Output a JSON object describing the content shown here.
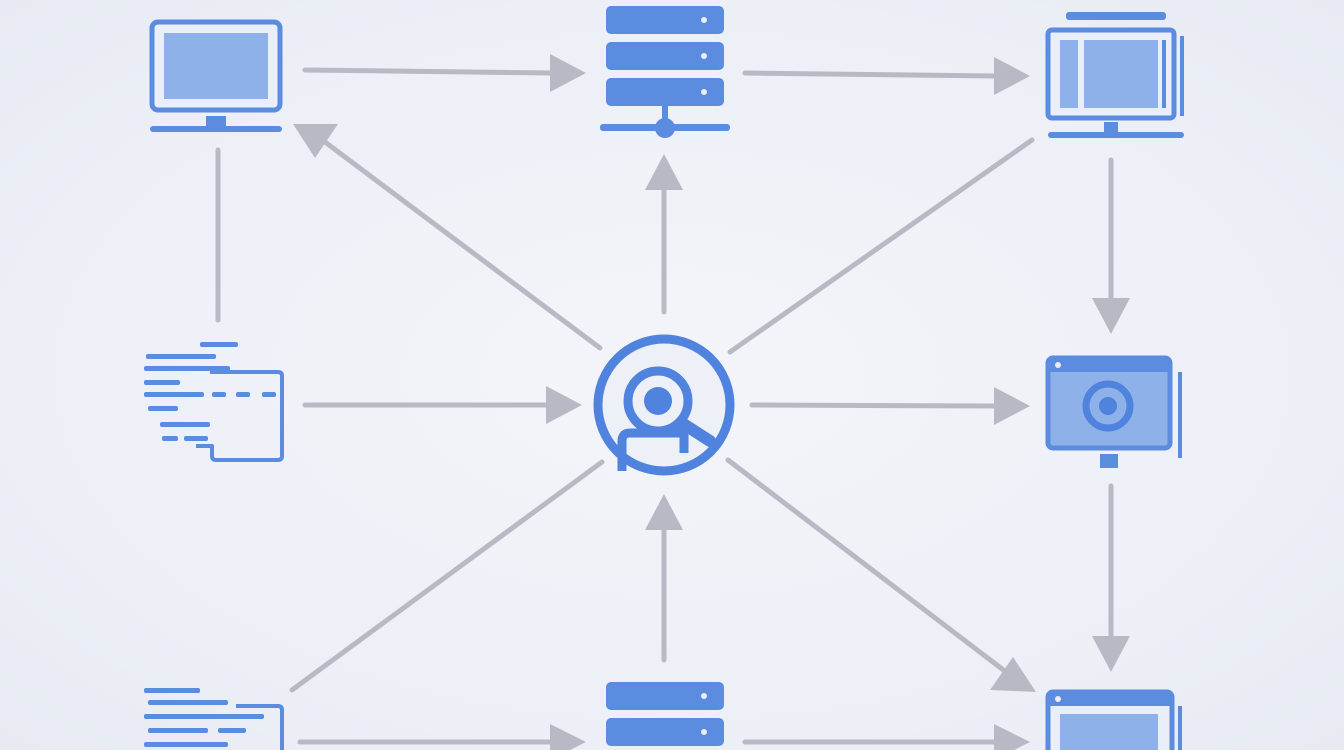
{
  "diagram": {
    "colors": {
      "background": "#eef0f6",
      "node_stroke": "#5b8ce0",
      "node_fill": "#8fb1ea",
      "node_dark": "#4f83dd",
      "edge": "#b7bac4"
    },
    "nodes": [
      {
        "id": "monitor-top-left",
        "icon": "monitor-icon"
      },
      {
        "id": "server-top-center",
        "icon": "server-icon"
      },
      {
        "id": "dashboard-top-right",
        "icon": "browser-window-icon"
      },
      {
        "id": "document-mid-left",
        "icon": "file-list-icon"
      },
      {
        "id": "search-hub-center",
        "icon": "search-hub-icon"
      },
      {
        "id": "camera-mid-right",
        "icon": "camera-display-icon"
      },
      {
        "id": "document-bottom-left",
        "icon": "file-list-icon"
      },
      {
        "id": "server-bottom-center",
        "icon": "server-icon"
      },
      {
        "id": "browser-bottom-right",
        "icon": "browser-window-icon"
      }
    ],
    "edges": [
      {
        "from": "monitor-top-left",
        "to": "server-top-center"
      },
      {
        "from": "server-top-center",
        "to": "dashboard-top-right"
      },
      {
        "from": "search-hub-center",
        "to": "monitor-top-left"
      },
      {
        "from": "search-hub-center",
        "to": "server-top-center"
      },
      {
        "from": "search-hub-center",
        "to": "dashboard-top-right"
      },
      {
        "from": "dashboard-top-right",
        "to": "camera-mid-right"
      },
      {
        "from": "monitor-top-left",
        "to": "document-mid-left"
      },
      {
        "from": "document-mid-left",
        "to": "search-hub-center"
      },
      {
        "from": "search-hub-center",
        "to": "camera-mid-right"
      },
      {
        "from": "camera-mid-right",
        "to": "browser-bottom-right"
      },
      {
        "from": "document-bottom-left",
        "to": "search-hub-center"
      },
      {
        "from": "server-bottom-center",
        "to": "search-hub-center"
      },
      {
        "from": "search-hub-center",
        "to": "browser-bottom-right"
      },
      {
        "from": "document-bottom-left",
        "to": "server-bottom-center"
      },
      {
        "from": "server-bottom-center",
        "to": "browser-bottom-right"
      }
    ]
  }
}
